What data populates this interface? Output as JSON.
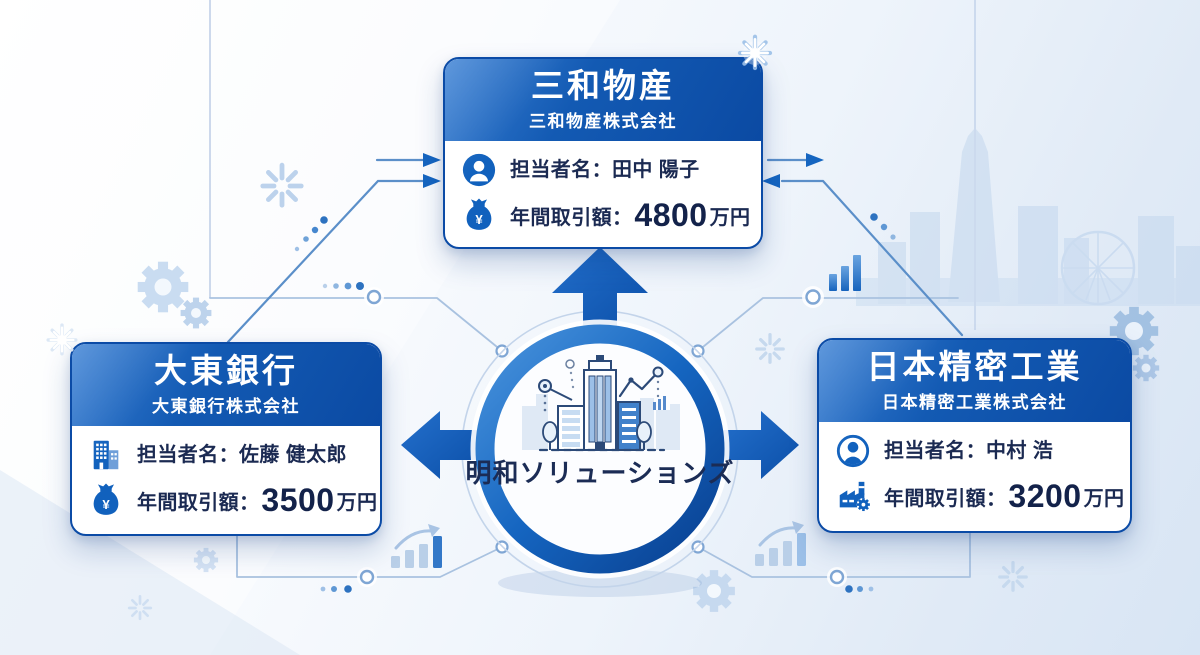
{
  "center": {
    "company_name": "明和ソリューションズ",
    "illustration": "city-buildings-growth-chart"
  },
  "cards": {
    "top": {
      "title": "三和物産",
      "subtitle": "三和物産株式会社",
      "contact_icon": "person-circle-icon",
      "contact_label": "担当者名：",
      "contact_name": "田中 陽子",
      "amount_icon": "money-bag-icon",
      "amount_label": "年間取引額：",
      "amount_value": "4800",
      "amount_unit": "万円"
    },
    "left": {
      "title": "大東銀行",
      "subtitle": "大東銀行株式会社",
      "contact_icon": "office-building-icon",
      "contact_label": "担当者名：",
      "contact_name": "佐藤 健太郎",
      "amount_icon": "money-bag-icon",
      "amount_label": "年間取引額：",
      "amount_value": "3500",
      "amount_unit": "万円"
    },
    "right": {
      "title": "日本精密工業",
      "subtitle": "日本精密工業株式会社",
      "contact_icon": "person-outline-icon",
      "contact_label": "担当者名：",
      "contact_name": "中村 浩",
      "amount_icon": "factory-icon",
      "amount_label": "年間取引額：",
      "amount_value": "3200",
      "amount_unit": "万円"
    }
  },
  "relationships": [
    {
      "from": "明和ソリューションズ",
      "to": "三和物産",
      "style": "thick-up-arrow-plus-double-thin-arrows"
    },
    {
      "from": "明和ソリューションズ",
      "to": "大東銀行",
      "style": "thick-left-arrow"
    },
    {
      "from": "明和ソリューションズ",
      "to": "日本精密工業",
      "style": "thick-right-arrow"
    }
  ],
  "colors": {
    "header_blue": "#1159b4",
    "deep_blue": "#0b4aa3",
    "accent_blue": "#1161bd",
    "text_navy": "#1b2a52",
    "light_blue_decor": "#b9cfe8",
    "background_tint": "#e0eaf6"
  }
}
